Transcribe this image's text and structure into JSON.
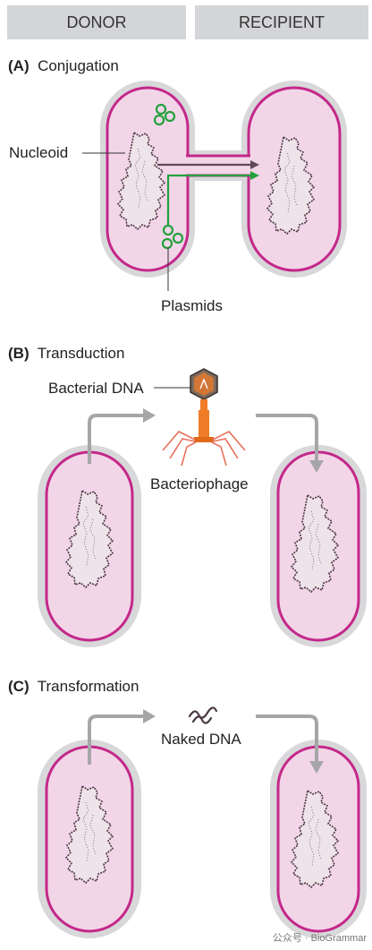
{
  "headers": {
    "donor": "DONOR",
    "recipient": "RECIPIENT"
  },
  "panels": {
    "a": {
      "letter": "(A)",
      "title": "Conjugation",
      "nucleoid_label": "Nucleoid",
      "plasmids_label": "Plasmids"
    },
    "b": {
      "letter": "(B)",
      "title": "Transduction",
      "bacterial_dna_label": "Bacterial DNA",
      "bacteriophage_label": "Bacteriophage"
    },
    "c": {
      "letter": "(C)",
      "title": "Transformation",
      "naked_dna_label": "Naked DNA"
    }
  },
  "watermark": "公众号 · BioGrammar",
  "colors": {
    "header_bg": "#d4d5d8",
    "cell_outer": "#d8d8da",
    "cell_fill": "#f2d6e8",
    "membrane": "#c4288a",
    "nucleoid": "#5a4450",
    "arrow": "#a6a6a8",
    "plasmid": "#23a13c",
    "phage": "#f07c28"
  }
}
